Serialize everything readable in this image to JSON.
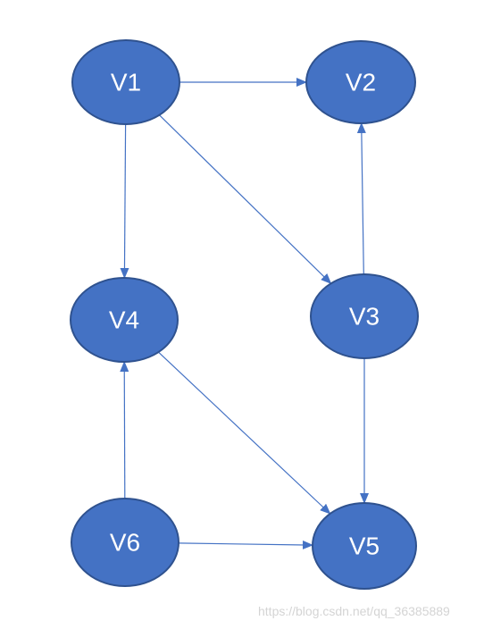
{
  "diagram": {
    "type": "directed-graph",
    "node_fill": "#4472c4",
    "node_stroke": "#2f528f",
    "edge_color": "#4472c4",
    "label_color": "#ffffff",
    "nodes": [
      {
        "id": "V1",
        "label": "V1"
      },
      {
        "id": "V2",
        "label": "V2"
      },
      {
        "id": "V3",
        "label": "V3"
      },
      {
        "id": "V4",
        "label": "V4"
      },
      {
        "id": "V5",
        "label": "V5"
      },
      {
        "id": "V6",
        "label": "V6"
      }
    ],
    "edges": [
      {
        "from": "V1",
        "to": "V2"
      },
      {
        "from": "V1",
        "to": "V3"
      },
      {
        "from": "V1",
        "to": "V4"
      },
      {
        "from": "V3",
        "to": "V2"
      },
      {
        "from": "V3",
        "to": "V5"
      },
      {
        "from": "V4",
        "to": "V5"
      },
      {
        "from": "V6",
        "to": "V4"
      },
      {
        "from": "V6",
        "to": "V5"
      }
    ]
  },
  "watermark": {
    "text": "https://blog.csdn.net/qq_36385889"
  }
}
